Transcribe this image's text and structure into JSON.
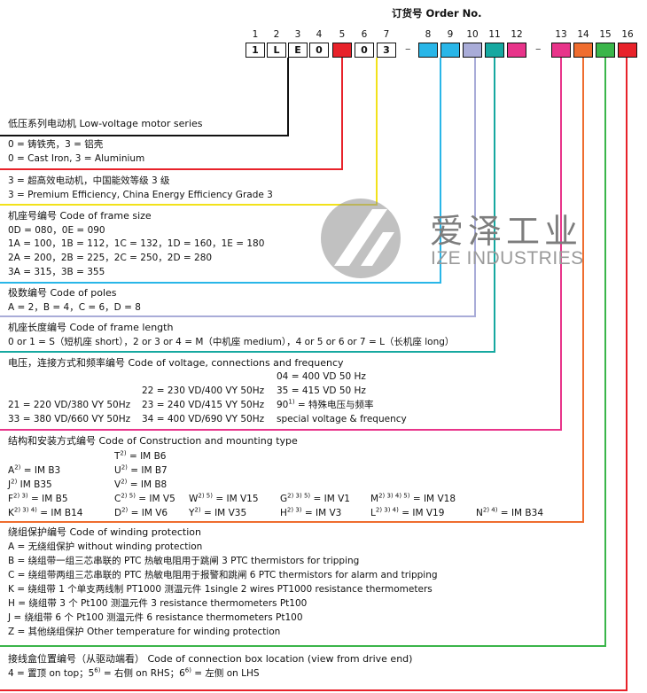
{
  "title": "订货号 Order No.",
  "positions": [
    {
      "n": "1",
      "v": "1",
      "color": "#ffffff"
    },
    {
      "n": "2",
      "v": "L",
      "color": "#ffffff"
    },
    {
      "n": "3",
      "v": "E",
      "color": "#ffffff"
    },
    {
      "n": "4",
      "v": "0",
      "color": "#ffffff"
    },
    {
      "n": "5",
      "v": "",
      "color": "#e8222a"
    },
    {
      "n": "6",
      "v": "0",
      "color": "#ffffff"
    },
    {
      "n": "7",
      "v": "3",
      "color": "#ffffff"
    },
    {
      "n": "8",
      "v": "",
      "color": "#29b6e8"
    },
    {
      "n": "9",
      "v": "",
      "color": "#29b6e8"
    },
    {
      "n": "10",
      "v": "",
      "color": "#a9acd8"
    },
    {
      "n": "11",
      "v": "",
      "color": "#16a8a0"
    },
    {
      "n": "12",
      "v": "",
      "color": "#e8348a"
    },
    {
      "n": "13",
      "v": "",
      "color": "#e8348a"
    },
    {
      "n": "14",
      "v": "",
      "color": "#ef6d2f"
    },
    {
      "n": "15",
      "v": "",
      "color": "#3ab54a"
    },
    {
      "n": "16",
      "v": "",
      "color": "#e8222a"
    }
  ],
  "dash": "–",
  "colors": {
    "black": "#111111",
    "red": "#e8222a",
    "yellow": "#f2e21a",
    "cyan": "#29b6e8",
    "lavender": "#a9acd8",
    "teal": "#16a8a0",
    "pink": "#e8348a",
    "orange": "#ef6d2f",
    "green": "#3ab54a"
  },
  "watermark": {
    "cn": "爱泽工业",
    "en": "IZE INDUSTRIES",
    "logo": "ize-logo-icon"
  },
  "s1": {
    "h": "低压系列电动机   Low-voltage motor series",
    "l1": "0 = 铸铁壳，3 = 铝壳",
    "l2": "0 = Cast Iron, 3 = Aluminium"
  },
  "s2": {
    "l1": "3 = 超高效电动机，中国能效等级 3 级",
    "l2": "3 = Premium Efficiency, China Energy Efficiency Grade 3"
  },
  "s3": {
    "h": "机座号编号   Code of frame size",
    "l1": "0D = 080，0E = 090",
    "l2": "1A = 100，1B = 112，1C = 132，1D = 160，1E = 180",
    "l3": "2A = 200，2B = 225，2C = 250，2D = 280",
    "l4": "3A = 315，3B = 355"
  },
  "s4": {
    "h": "极数编号   Code of poles",
    "l1": "A = 2，B = 4，C = 6，D = 8"
  },
  "s5": {
    "h": "机座长度编号   Code of frame length",
    "l1": "0 or 1 = S（短机座 short），2 or 3 or 4 = M（中机座 medium），4 or 5 or 6 or 7 = L（长机座 long）"
  },
  "s6": {
    "h": "电压，连接方式和频率编号   Code of voltage, connections and frequency",
    "a1": "04 = 400 VD 50 Hz",
    "b1": "22 = 230 VD/400 VY 50Hz",
    "b2": "35 = 415 VD 50 Hz",
    "c1": "21 = 220 VD/380 VY 50Hz",
    "c2": "23 = 240 VD/415 VY 50Hz",
    "c3a": "90",
    "c3s": "1)",
    "c3b": " = 特殊电压与频率",
    "d1": "33 = 380 VD/660 VY 50Hz",
    "d2": "34 = 400 VD/690 VY 50Hz",
    "d3": "special voltage & frequency"
  },
  "s7": {
    "h": "结构和安装方式编号   Code of Construction and mounting type",
    "items": [
      {
        "k": "T",
        "s": "2)",
        "v": " = IM B6"
      },
      {
        "k": "A",
        "s": "2)",
        "v": " = IM B3"
      },
      {
        "k": "U",
        "s": "2)",
        "v": " = IM B7"
      },
      {
        "k": "J",
        "s": "2)",
        "v": " IM B35"
      },
      {
        "k": "V",
        "s": "2)",
        "v": " = IM B8"
      },
      {
        "k": "F",
        "s": "2) 3)",
        "v": " = IM B5"
      },
      {
        "k": "C",
        "s": "2) 5)",
        "v": " = IM V5"
      },
      {
        "k": "W",
        "s": "2) 5)",
        "v": " = IM V15"
      },
      {
        "k": "G",
        "s": "2) 3) 5)",
        "v": " = IM V1"
      },
      {
        "k": "M",
        "s": "2) 3) 4) 5)",
        "v": " = IM V18"
      },
      {
        "k": "K",
        "s": "2) 3) 4)",
        "v": " = IM B14"
      },
      {
        "k": "D",
        "s": "2)",
        "v": " = IM V6"
      },
      {
        "k": "Y",
        "s": "2)",
        "v": " = IM V35"
      },
      {
        "k": "H",
        "s": "2) 3)",
        "v": " = IM V3"
      },
      {
        "k": "L",
        "s": "2) 3) 4)",
        "v": " = IM V19"
      },
      {
        "k": "N",
        "s": "2) 4)",
        "v": " = IM B34"
      }
    ]
  },
  "s8": {
    "h": "绕组保护编号   Code of winding protection",
    "l1": "A = 无绕组保护     without winding protection",
    "l2": "B = 绕组带一组三芯串联的 PTC 热敏电阻用于跳闸     3 PTC thermistors for tripping",
    "l3": "C = 绕组带两组三芯串联的 PTC 热敏电阻用于报警和跳闸     6 PTC thermistors for alarm and tripping",
    "l4": "K = 绕组带 1 个单支两线制 PT1000 测温元件     1single 2 wires PT1000 resistance thermometers",
    "l5": "H = 绕组带 3 个 Pt100 测温元件     3 resistance thermometers Pt100",
    "l6": "J = 绕组带 6 个 Pt100 测温元件     6 resistance thermometers Pt100",
    "l7": "Z = 其他绕组保护     Other temperature for winding protection"
  },
  "s9": {
    "h": "接线盒位置编号（从驱动端看）   Code of connection box location (view from drive end)",
    "a": "4 = 置顶     on top；5",
    "as": "6)",
    "b": " = 右侧     on RHS；6",
    "bs": "6)",
    "c": " = 左侧     on LHS"
  }
}
